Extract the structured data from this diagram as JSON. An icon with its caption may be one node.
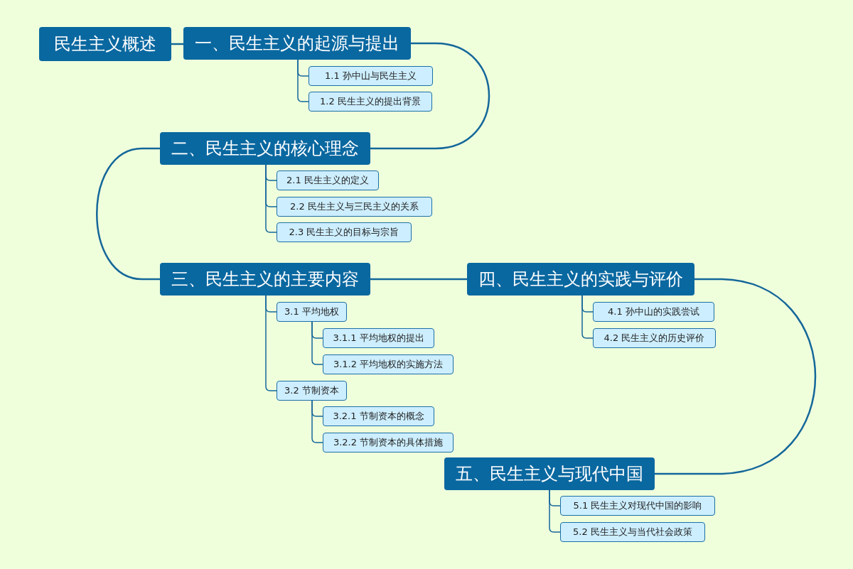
{
  "diagram": {
    "nodes": [
      {
        "text": [
          "民生主义概述"
        ]
      },
      {
        "text": [
          "一、民生主义的起源与提出"
        ]
      },
      {
        "text": [
          "1.1 孙中山与民生主义"
        ]
      },
      {
        "text": [
          "1.2 民生主义的提出背景"
        ]
      },
      {
        "text": [
          "二、民生主义的核心理念"
        ]
      },
      {
        "text": [
          "2.1 民生主义的定义"
        ]
      },
      {
        "text": [
          "2.2 民生主义与三民主义的关系"
        ]
      },
      {
        "text": [
          "2.3 民生主义的目标与宗旨"
        ]
      },
      {
        "text": [
          "三、民生主义的主要内容"
        ]
      },
      {
        "text": [
          "3.1 平均地权"
        ]
      },
      {
        "text": [
          "3.1.1 平均地权的提出"
        ]
      },
      {
        "text": [
          "3.1.2 平均地权的实施方法"
        ]
      },
      {
        "text": [
          "3.2 节制资本"
        ]
      },
      {
        "text": [
          "3.2.1 节制资本的概念"
        ]
      },
      {
        "text": [
          "3.2.2 节制资本的具体措施"
        ]
      },
      {
        "text": [
          "四、民生主义的实践与评价"
        ]
      },
      {
        "text": [
          "4.1 孙中山的实践尝试"
        ]
      },
      {
        "text": [
          "4.2 民生主义的历史评价"
        ]
      },
      {
        "text": [
          "五、民生主义与现代中国"
        ]
      },
      {
        "text": [
          "5.1 民生主义对现代中国的影响"
        ]
      },
      {
        "text": [
          "5.2 民生主义与当代社会政策"
        ]
      }
    ],
    "edges": [
      {
        "from": 0,
        "to": 1,
        "arrow": "none"
      },
      {
        "from": 1,
        "to": 2,
        "arrow": "none"
      },
      {
        "from": 1,
        "to": 3,
        "arrow": "none"
      },
      {
        "from": 1,
        "to": 4,
        "arrow": "none"
      },
      {
        "from": 4,
        "to": 5,
        "arrow": "none"
      },
      {
        "from": 4,
        "to": 6,
        "arrow": "none"
      },
      {
        "from": 4,
        "to": 7,
        "arrow": "none"
      },
      {
        "from": 4,
        "to": 8,
        "arrow": "none"
      },
      {
        "from": 8,
        "to": 9,
        "arrow": "none"
      },
      {
        "from": 9,
        "to": 10,
        "arrow": "none"
      },
      {
        "from": 9,
        "to": 11,
        "arrow": "none"
      },
      {
        "from": 8,
        "to": 12,
        "arrow": "none"
      },
      {
        "from": 12,
        "to": 13,
        "arrow": "none"
      },
      {
        "from": 12,
        "to": 14,
        "arrow": "none"
      },
      {
        "from": 8,
        "to": 15,
        "arrow": "none"
      },
      {
        "from": 15,
        "to": 16,
        "arrow": "none"
      },
      {
        "from": 15,
        "to": 17,
        "arrow": "none"
      },
      {
        "from": 15,
        "to": 18,
        "arrow": "none"
      },
      {
        "from": 18,
        "to": 19,
        "arrow": "none"
      },
      {
        "from": 18,
        "to": 20,
        "arrow": "none"
      }
    ]
  }
}
